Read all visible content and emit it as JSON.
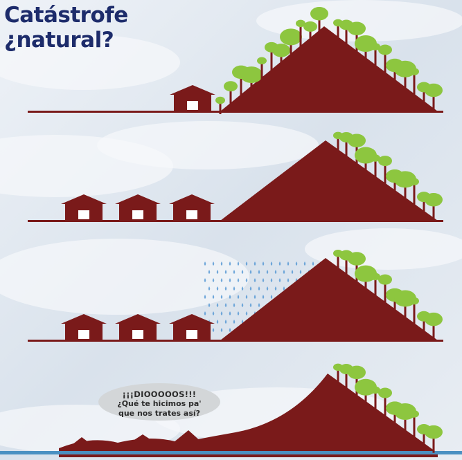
{
  "title": {
    "line1": "Catástrofe",
    "line2": "¿natural?"
  },
  "speech_bubble": {
    "line1": "¡¡¡DIOOOOOS!!!",
    "line2": "¿Qué te hicimos pa'",
    "line3": "que nos trates así?"
  },
  "colors": {
    "mountain": "#7a1a1a",
    "house": "#7a1a1a",
    "tree": "#8dc63f",
    "title": "#1d2c6b",
    "rain": "#5b9bd5",
    "sky": "#d9e2ec"
  },
  "panels": [
    {
      "name": "forested-hill",
      "houses": 1,
      "rain": false,
      "landslide": false
    },
    {
      "name": "deforested-slope",
      "houses": 3,
      "rain": false,
      "landslide": false
    },
    {
      "name": "rain-on-slope",
      "houses": 3,
      "rain": true,
      "landslide": false
    },
    {
      "name": "landslide",
      "houses": 3,
      "rain": false,
      "landslide": true
    }
  ]
}
